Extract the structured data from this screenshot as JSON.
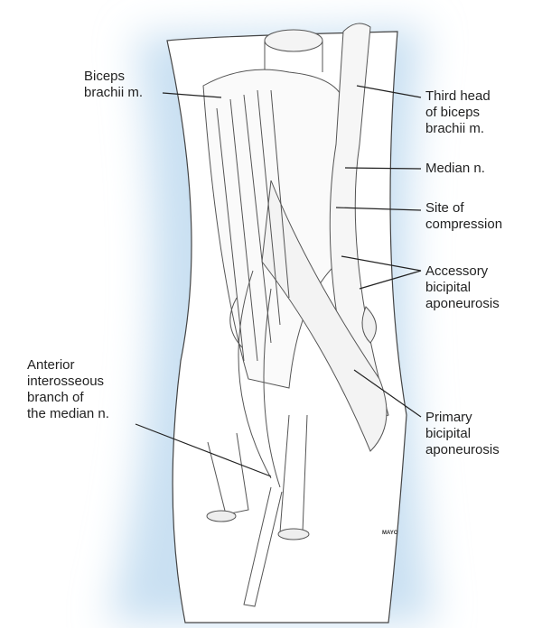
{
  "labels": {
    "biceps": "Biceps\nbrachii m.",
    "third_head": "Third head\nof biceps\nbrachii m.",
    "median": "Median n.",
    "site": "Site of\ncompression",
    "accessory": "Accessory\nbicipital\naponeurosis",
    "anterior": "Anterior\ninterosseous\nbranch of\nthe median n.",
    "primary": "Primary\nbicipital\naponeurosis"
  },
  "signature_mark": "MAYO",
  "colors": {
    "glow": "#c9e0f2",
    "line": "#333333"
  }
}
